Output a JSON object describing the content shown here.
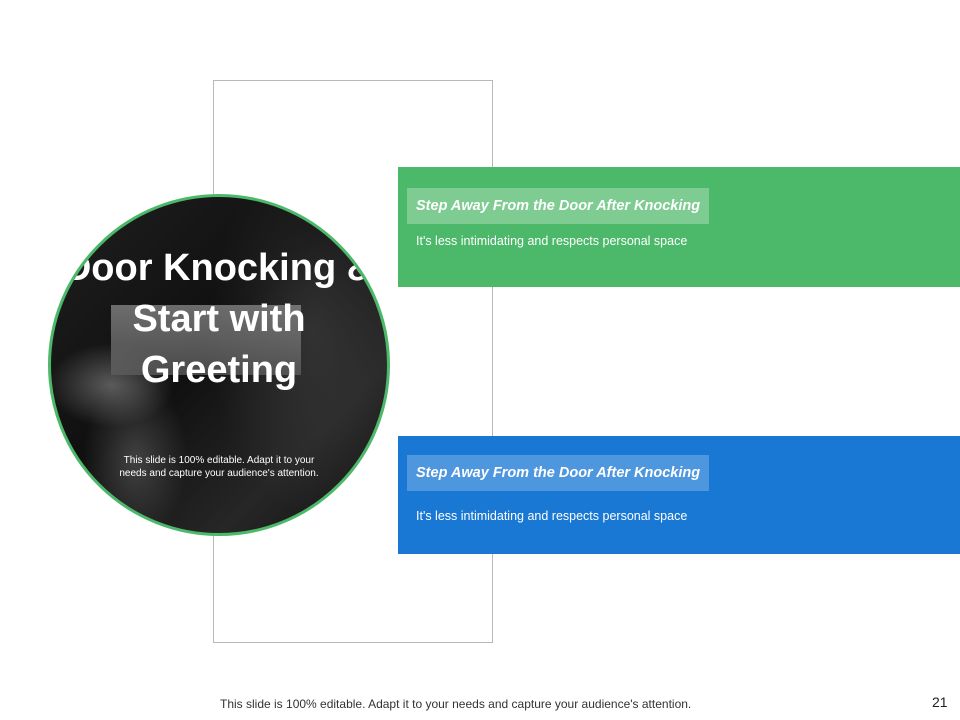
{
  "slide": {
    "title": "Door Knocking & Start with Greeting",
    "subtitle": "This slide is 100% editable.  Adapt it to your needs and capture your audience's attention.",
    "items": [
      {
        "label": "Step Away From the Door After Knocking",
        "description": "It's less intimidating and respects personal space",
        "color": "#4cb86a"
      },
      {
        "label": "Step Away From the Door After Knocking",
        "description": "It's less intimidating and respects personal space",
        "color": "#1878d4"
      }
    ],
    "footer": "This slide is 100% editable. Adapt it to your needs and capture your audience's attention.",
    "page_number": "21"
  },
  "colors": {
    "accent_green": "#4cb86a",
    "accent_blue": "#1878d4"
  }
}
